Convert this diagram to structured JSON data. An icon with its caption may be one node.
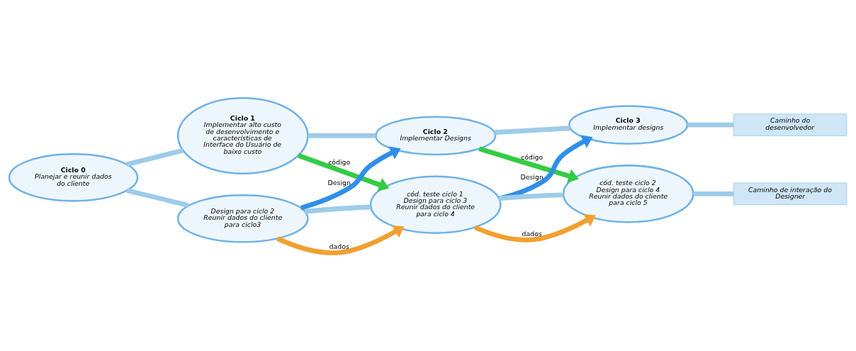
{
  "diagram": {
    "nodes": [
      {
        "text": [
          "Ciclo 0",
          "Planejar e reunir dados do cliente"
        ]
      },
      {
        "text": [
          "Ciclo 1",
          "Implementar alto custo de desenvolvimento e características de Interface do Usuário de baixo custo"
        ]
      },
      {
        "text": [
          "Ciclo 2",
          "Implementar Designs"
        ]
      },
      {
        "text": [
          "Ciclo 3",
          "Implementar designs"
        ]
      },
      {
        "text": [
          "Design para ciclo 2",
          "Reunir dados do cliente para ciclo3"
        ]
      },
      {
        "text": [
          "cód. teste ciclo 1",
          "Design para ciclo 3",
          "Reunir dados do cliente para ciclo 4"
        ]
      },
      {
        "text": [
          "cód. teste ciclo 2",
          "Design para ciclo 4",
          "Reunir dados do cliente para ciclo 5"
        ]
      },
      {
        "text": [
          "Caminho do desenvolvedor"
        ]
      },
      {
        "text": [
          "Caminho de interação do Designer"
        ]
      }
    ],
    "edges": [
      {
        "from": 0,
        "to": 1,
        "arrow": "none",
        "color": "#9ecbe8"
      },
      {
        "from": 0,
        "to": 4,
        "arrow": "none",
        "color": "#9ecbe8"
      },
      {
        "from": 1,
        "to": 2,
        "arrow": "none",
        "color": "#9ecbe8"
      },
      {
        "from": 2,
        "to": 3,
        "arrow": "none",
        "color": "#9ecbe8"
      },
      {
        "from": 3,
        "to": 7,
        "arrow": "none",
        "color": "#9ecbe8"
      },
      {
        "from": 4,
        "to": 5,
        "arrow": "none",
        "color": "#9ecbe8"
      },
      {
        "from": 5,
        "to": 6,
        "arrow": "none",
        "color": "#9ecbe8"
      },
      {
        "from": 6,
        "to": 8,
        "arrow": "none",
        "color": "#9ecbe8"
      },
      {
        "from": 1,
        "to": 5,
        "arrow": "to",
        "label": "código",
        "color": "#33cc44"
      },
      {
        "from": 4,
        "to": 2,
        "arrow": "to",
        "label": "Design",
        "color": "#2f8fe8"
      },
      {
        "from": 2,
        "to": 6,
        "arrow": "to",
        "label": "código",
        "color": "#33cc44"
      },
      {
        "from": 5,
        "to": 3,
        "arrow": "to",
        "label": "Design",
        "color": "#2f8fe8"
      },
      {
        "from": 4,
        "to": 5,
        "arrow": "to",
        "label": "dados",
        "color": "#f0a030"
      },
      {
        "from": 5,
        "to": 6,
        "arrow": "to",
        "label": "dados",
        "color": "#f0a030"
      }
    ]
  }
}
